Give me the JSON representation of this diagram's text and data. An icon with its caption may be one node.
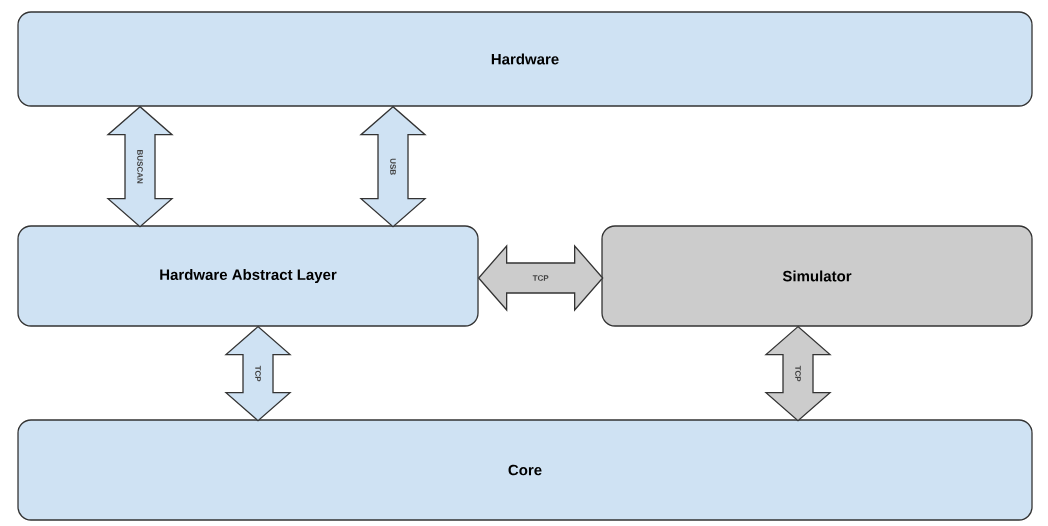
{
  "diagram": {
    "nodes": [
      {
        "text": [
          "Hardware"
        ]
      },
      {
        "text": [
          "Hardware Abstract Layer"
        ]
      },
      {
        "text": [
          "Simulator"
        ]
      },
      {
        "text": [
          "Core"
        ]
      }
    ],
    "edges": [
      {
        "from": 0,
        "to": 1,
        "arrow": "both",
        "label": "BUSCAN"
      },
      {
        "from": 0,
        "to": 1,
        "arrow": "both",
        "label": "USB"
      },
      {
        "from": 1,
        "to": 2,
        "arrow": "both",
        "label": "TCP",
        "color": "#cccccc"
      },
      {
        "from": 1,
        "to": 3,
        "arrow": "both",
        "label": "TCP"
      },
      {
        "from": 2,
        "to": 3,
        "arrow": "both",
        "label": "TCP",
        "color": "#cccccc"
      }
    ]
  }
}
